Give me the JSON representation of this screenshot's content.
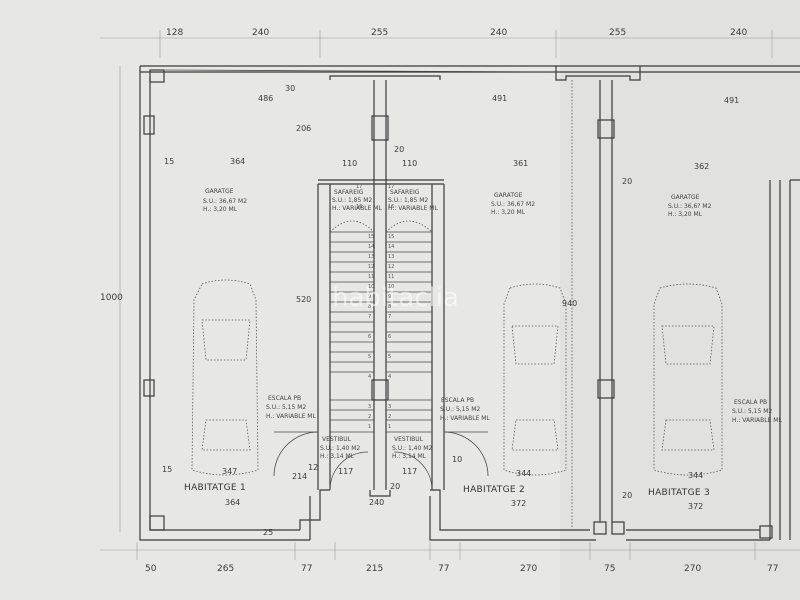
{
  "watermark": "habitaclia",
  "dimensions": {
    "top": [
      "128",
      "240",
      "255",
      "240",
      "255",
      "240"
    ],
    "bottom": [
      "50",
      "265",
      "77",
      "215",
      "77",
      "270",
      "75",
      "270",
      "77"
    ],
    "left": "1000",
    "interior": {
      "d486": "486",
      "d30": "30",
      "d206": "206",
      "d491a": "491",
      "d491b": "491",
      "d364a": "364",
      "d15a": "15",
      "d110a": "110",
      "d110b": "110",
      "d20a": "20",
      "d361": "361",
      "d362": "362",
      "d20b": "20",
      "d520": "520",
      "d940": "940",
      "d15b": "15",
      "d347": "347",
      "d214": "214",
      "d12": "12",
      "d117a": "117",
      "d117b": "117",
      "d10": "10",
      "d344a": "344",
      "d344b": "344",
      "d364b": "364",
      "d20c": "20",
      "d372a": "372",
      "d372b": "372",
      "d20d": "20",
      "d25": "25",
      "d240": "240"
    }
  },
  "rooms": {
    "garatge1": {
      "name": "GARATGE",
      "su": "S.U.: 36,67 M2",
      "h": "H.: 3,20 ML"
    },
    "garatge2": {
      "name": "GARATGE",
      "su": "S.U.: 36,67 M2",
      "h": "H.: 3,20 ML"
    },
    "garatge3": {
      "name": "GARATGE",
      "su": "S.U.: 36,6? M2",
      "h": "H.: 3,20 ML"
    },
    "safareig1": {
      "name": "SAFAREIG",
      "su": "S.U.: 1,85 M2",
      "h": "H.: VARIABLE ML"
    },
    "safareig2": {
      "name": "SAFAREIG",
      "su": "S.U.: 1,85 M2",
      "h": "H.: VARIABLE ML"
    },
    "escala1": {
      "name": "ESCALA PB",
      "su": "S.U.: 5,15 M2",
      "h": "H.: VARIABLE ML"
    },
    "escala2": {
      "name": "ESCALA PB",
      "su": "S.U.: 5,15 M2",
      "h": "H.: VARIABLE ML"
    },
    "escala3": {
      "name": "ESCALA PB",
      "su": "S.U.: 5,15 M2",
      "h": "H.: VARIABLE ML"
    },
    "vestibul1": {
      "name": "VESTIBUL",
      "su": "S.U.: 1,40 M2",
      "h": "H.: 3,14 ML"
    },
    "vestibul2": {
      "name": "VESTIBUL",
      "su": "S.U.: 1,40 M2",
      "h": "H.: 3,14 ML"
    }
  },
  "units": [
    "HABITATGE 1",
    "HABITATGE 2",
    "HABITATGE 3"
  ],
  "stair_steps": [
    "17",
    "16",
    "15",
    "14",
    "13",
    "12",
    "11",
    "10",
    "9",
    "8",
    "7",
    "6",
    "5",
    "4",
    "3",
    "2",
    "1"
  ]
}
